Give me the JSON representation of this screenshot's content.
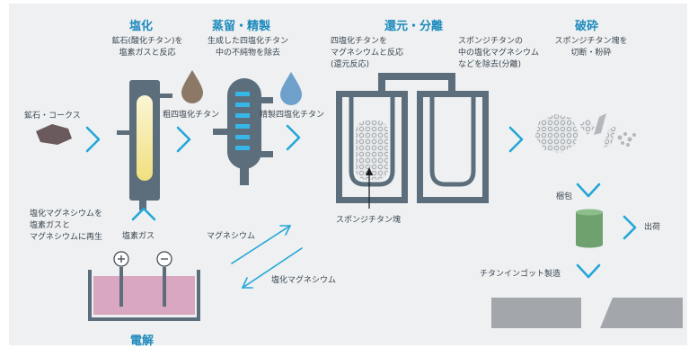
{
  "headings": {
    "chlorination": "塩化",
    "distillation": "蒸留・精製",
    "reduction": "還元・分離",
    "crushing": "破砕",
    "electrolysis": "電解"
  },
  "labels": {
    "ore": "鉱石・コークス",
    "chlorination_desc": [
      "鉱石(酸化チタン)を",
      "塩素ガスと反応"
    ],
    "distillation_desc": [
      "生成した四塩化チタン",
      "中の不純物を除去"
    ],
    "crude_ticl4": "粗四塩化チタン",
    "refined_ticl4": "精製四塩化チタン",
    "reduction_desc": [
      "四塩化チタンを",
      "マグネシウムと反応",
      "(還元反応)"
    ],
    "separation_desc": [
      "スポンジチタンの",
      "中の塩化マグネシウム",
      "などを除去(分離)"
    ],
    "crushing_desc": [
      "スポンジチタン塊を",
      "切断・粉砕"
    ],
    "sponge_lump": "スポンジチタン塊",
    "chlorine_gas": "塩素ガス",
    "regen_desc": [
      "塩化マグネシウムを",
      "塩素ガスと",
      "マグネシウムに再生"
    ],
    "magnesium": "マグネシウム",
    "mg_chloride": "塩化マグネシウム",
    "packing": "梱包",
    "shipping": "出荷",
    "ingot": "チタンインゴット製造",
    "plus": "+",
    "minus": "−"
  },
  "colors": {
    "heading": "#1e8bbd",
    "arrow": "#23a6d8",
    "vessel": "#5c6e7b",
    "panel": "#eef0f1",
    "crude_drop": "#8c7867",
    "refined_drop": "#6f9fcb",
    "glow": "#f5e9a2",
    "electrolyte": "#d9a7bf",
    "package": "#6fa16f",
    "ingot": "#a3a6aa"
  }
}
